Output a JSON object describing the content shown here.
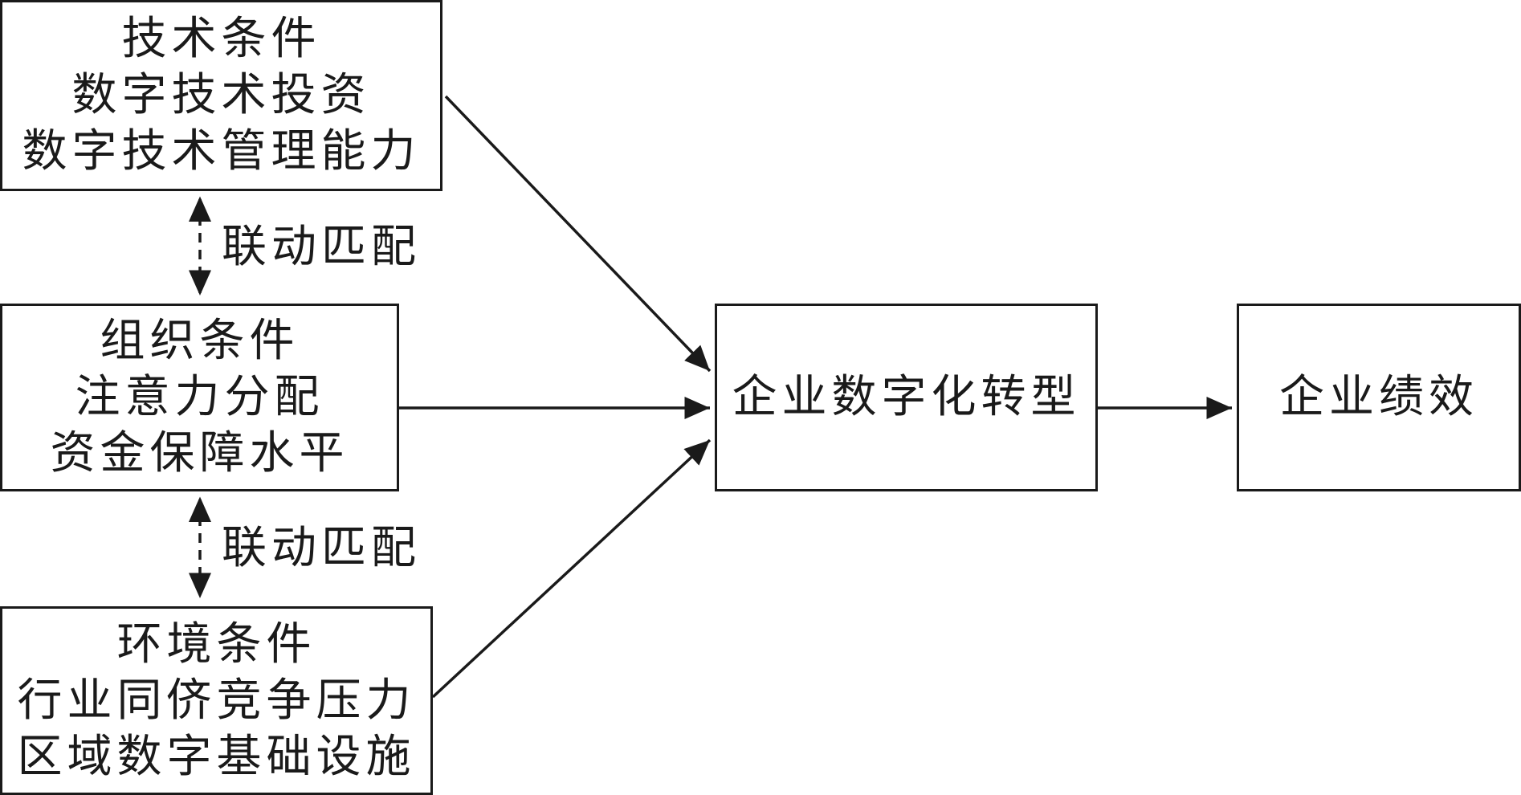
{
  "boxes": {
    "technology": {
      "title": "技术条件",
      "items": [
        "数字技术投资",
        "数字技术管理能力"
      ]
    },
    "organization": {
      "title": "组织条件",
      "items": [
        "注意力分配",
        "资金保障水平"
      ]
    },
    "environment": {
      "title": "环境条件",
      "items": [
        "行业同侪竞争压力",
        "区域数字基础设施"
      ]
    },
    "transformation": {
      "label": "企业数字化转型"
    },
    "performance": {
      "label": "企业绩效"
    }
  },
  "links": {
    "tech_org": "联动匹配",
    "org_env": "联动匹配"
  },
  "colors": {
    "stroke": "#1a1a1a",
    "background": "#ffffff"
  }
}
